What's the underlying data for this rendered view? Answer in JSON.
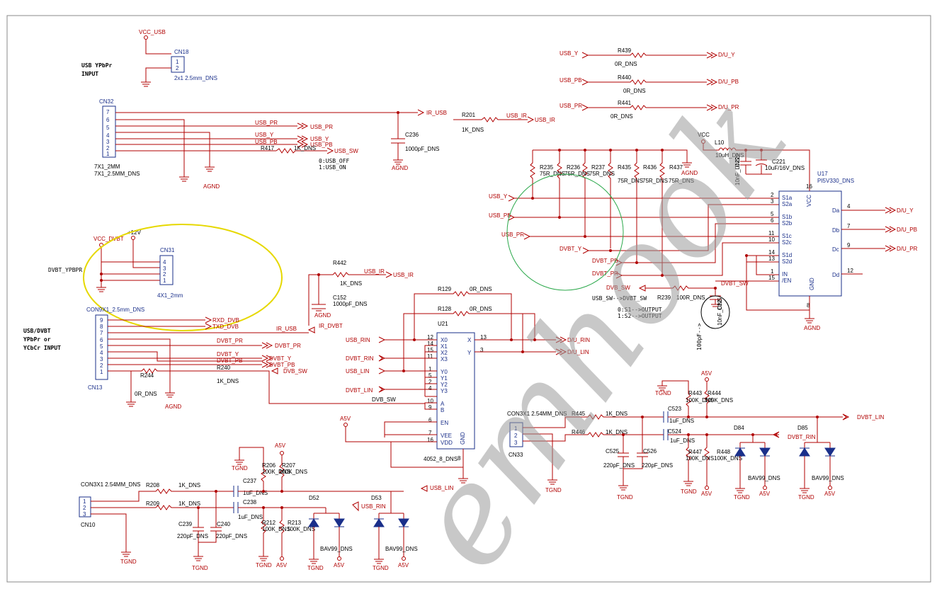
{
  "sections": {
    "usb_ypbpr_input": [
      "USB YPbPr",
      "INPUT"
    ],
    "usb_dvbt_input": [
      "USB/DVBT",
      "YPbPr or",
      "YCbCr INPUT"
    ]
  },
  "connectors": {
    "cn18": {
      "ref": "CN18",
      "value": "2x1 2.5mm_DNS",
      "pins": [
        "1",
        "2"
      ],
      "power": "VCC_USB"
    },
    "cn32": {
      "ref": "CN32",
      "value1": "7X1_2MM",
      "value2": "7X1_2.5MM_DNS",
      "pins": [
        "7",
        "6",
        "5",
        "4",
        "3",
        "2",
        "1"
      ]
    },
    "cn31": {
      "ref": "CN31",
      "value": "4X1_2mm",
      "pins": [
        "4",
        "3",
        "2",
        "1"
      ],
      "power1": "VCC_DVBT",
      "power2": "+12V",
      "side_label": "DVBT_YPBPR"
    },
    "cn13": {
      "ref": "CN13",
      "value": "CON9X1_2.5mm_DNS",
      "pins": [
        "9",
        "8",
        "7",
        "6",
        "5",
        "4",
        "3",
        "2",
        "1"
      ]
    },
    "cn10": {
      "ref": "CN10",
      "value": "CON3X1 2.54MM_DNS",
      "pins": [
        "1",
        "2",
        "3"
      ]
    },
    "cn33": {
      "ref": "CN33",
      "value": "CON3X1 2.54MM_DNS",
      "pins": [
        "1",
        "2",
        "3"
      ]
    }
  },
  "nets": {
    "usb_pr": "USB_PR",
    "usb_y": "USB_Y",
    "usb_pb": "USB_PB",
    "usb_sw": "USB_SW",
    "usb_sw_note1": "0:USB_OFF",
    "usb_sw_note2": "1:USB_ON",
    "ir_usb": "IR_USB",
    "usb_ir": "USB_IR",
    "ir_dvbt": "IR_DVBT",
    "rxd_dvb": "RXD_DVB",
    "txd_dvb": "TXD_DVB",
    "dvbt_pr": "DVBT_PR",
    "dvbt_y": "DVBT_Y",
    "dvbt_pb": "DVBT_PB",
    "dvb_sw": "DVB_SW",
    "dvbt_sw": "DVBT_SW",
    "dvbt_sw_note": "USB_SW-->DVBT_SW",
    "s1_note": "0:S1-->OUTPUT",
    "s2_note": "1:S2-->OUTPUT",
    "du_y": "D/U_Y",
    "du_pb": "D/U_PB",
    "du_pr": "D/U_PR",
    "du_rin": "D/U_RIN",
    "du_lin": "D/U_LIN",
    "usb_rin": "USB_RIN",
    "usb_lin": "USB_LIN",
    "dvbt_rin": "DVBT_RIN",
    "dvbt_lin": "DVBT_LIN",
    "vcc": "VCC",
    "a5v": "A5V",
    "agnd": "AGND",
    "tgnd": "TGND"
  },
  "resistors": {
    "r439": [
      "R439",
      "0R_DNS"
    ],
    "r440": [
      "R440",
      "0R_DNS"
    ],
    "r441": [
      "R441",
      "0R_DNS"
    ],
    "r201": [
      "R201",
      "1K_DNS"
    ],
    "r417": [
      "R417",
      "1K_DNS"
    ],
    "r442": [
      "R442",
      "1K_DNS"
    ],
    "r244": [
      "R244",
      "0R_DNS"
    ],
    "r240": [
      "R240",
      "1K_DNS"
    ],
    "r129": [
      "R129",
      "0R_DNS"
    ],
    "r128": [
      "R128",
      "0R_DNS"
    ],
    "r235": [
      "R235",
      "75R_DNS"
    ],
    "r236": [
      "R236",
      "75R_DNS"
    ],
    "r237": [
      "R237",
      "75R_DNS"
    ],
    "r435": [
      "R435",
      "75R_DNS"
    ],
    "r436": [
      "R436",
      "75R_DNS"
    ],
    "r437": [
      "R437",
      "75R_DNS"
    ],
    "r239": [
      "R239",
      "100R_DNS"
    ],
    "r206": [
      "R206",
      "100K_DNS"
    ],
    "r207": [
      "R207",
      "100K_DNS"
    ],
    "r208": [
      "R208",
      "1K_DNS"
    ],
    "r209": [
      "R209",
      "1K_DNS"
    ],
    "r212": [
      "R212",
      "100K_DNS"
    ],
    "r213": [
      "R213",
      "100K_DNS"
    ],
    "r443": [
      "R443",
      "100K_DNS"
    ],
    "r444": [
      "R444",
      "100K_DNS"
    ],
    "r445": [
      "R445",
      "1K_DNS"
    ],
    "r446": [
      "R446",
      "1K_DNS"
    ],
    "r447": [
      "R447",
      "100K_DNS"
    ],
    "r448": [
      "R448",
      "100K_DNS"
    ]
  },
  "capacitors": {
    "c236": [
      "C236",
      "1000pF_DNS"
    ],
    "c152": [
      "C152",
      "1000pF_DNS"
    ],
    "c220": [
      "C220",
      "10nF_DNS"
    ],
    "c221": [
      "C221",
      "10uF/16V_DNS"
    ],
    "c237": [
      "C237",
      "1uF_DNS"
    ],
    "c238": [
      "C238",
      "1uF_DNS"
    ],
    "c239": [
      "C239",
      "220pF_DNS"
    ],
    "c240": [
      "C240",
      "220pF_DNS"
    ],
    "c523": [
      "C523",
      "1uF_DNS"
    ],
    "c524": [
      "C524",
      "1uF_DNS"
    ],
    "c525": [
      "C525",
      "220pF_DNS"
    ],
    "c526": [
      "C526",
      "220pF_DNS"
    ],
    "c22x": [
      "C22",
      "10nF_DNS",
      "100pF-->"
    ]
  },
  "inductors": {
    "l10": [
      "L10",
      "10uH_DNS"
    ]
  },
  "diodes": {
    "d52": [
      "D52",
      "BAV99_DNS"
    ],
    "d53": [
      "D53",
      "BAV99_DNS"
    ],
    "d84": [
      "D84",
      "BAV99_DNS"
    ],
    "d85": [
      "D85",
      "BAV99_DNS"
    ]
  },
  "u17": {
    "ref": "U17",
    "value": "PI5V330_DNS",
    "left_pins": [
      [
        "2",
        "S1a"
      ],
      [
        "3",
        "S2a"
      ],
      [
        "5",
        "S1b"
      ],
      [
        "6",
        "S2b"
      ],
      [
        "11",
        "S1c"
      ],
      [
        "10",
        "S2c"
      ],
      [
        "14",
        "S1d"
      ],
      [
        "13",
        "S2d"
      ],
      [
        "1",
        "IN"
      ],
      [
        "15",
        "/EN"
      ]
    ],
    "right_pins": [
      [
        "4",
        "Da"
      ],
      [
        "7",
        "Db"
      ],
      [
        "9",
        "Dc"
      ],
      [
        "12",
        "Dd"
      ]
    ],
    "vcc_pin": [
      "16",
      "VCC"
    ],
    "gnd_pin": [
      "8",
      "GND"
    ]
  },
  "u21": {
    "ref": "U21",
    "value": "4052_8_DNS",
    "left_pins": [
      [
        "12",
        "X0"
      ],
      [
        "14",
        "X1"
      ],
      [
        "15",
        "X2"
      ],
      [
        "11",
        "X3"
      ],
      [
        "1",
        "Y0"
      ],
      [
        "5",
        "Y1"
      ],
      [
        "2",
        "Y2"
      ],
      [
        "4",
        "Y3"
      ],
      [
        "10",
        "A"
      ],
      [
        "9",
        "B"
      ],
      [
        "6",
        "EN"
      ],
      [
        "7",
        "VEE"
      ],
      [
        "16",
        "VDD"
      ]
    ],
    "right_pins": [
      [
        "13",
        "X"
      ],
      [
        "3",
        "Y"
      ]
    ],
    "gnd_label": "GND",
    "pin_nums_extra": [
      "8"
    ]
  },
  "watermark": "emhook",
  "colors": {
    "wire": "#b00000",
    "component": "#1a2f8a",
    "highlight_yellow": "#e6d800",
    "highlight_green": "#2aa84a"
  }
}
